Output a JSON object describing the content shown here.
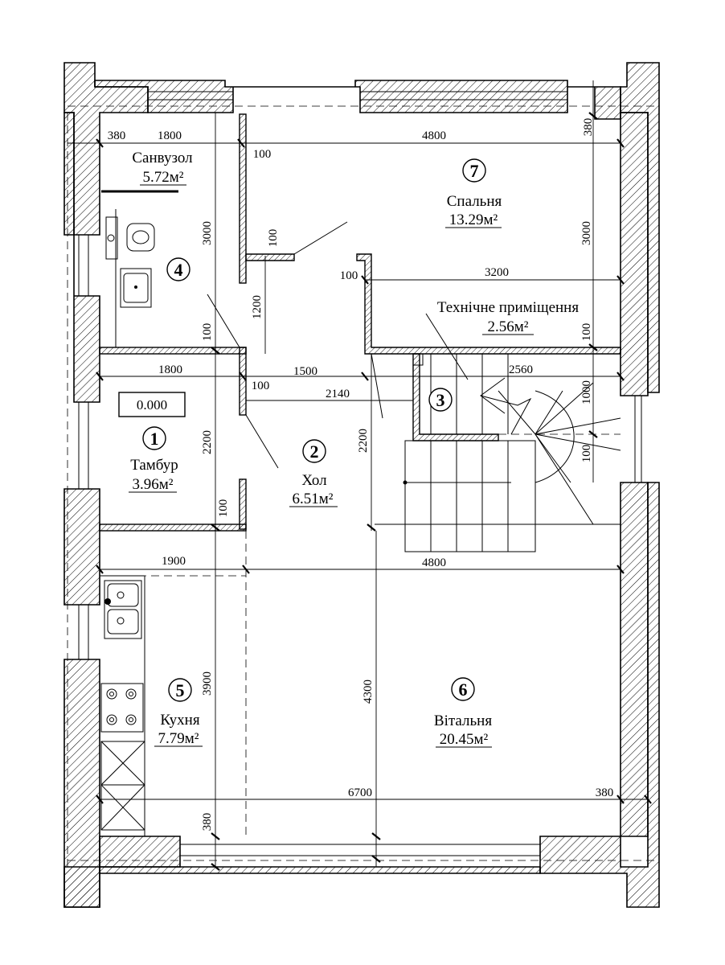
{
  "level_mark": "0.000",
  "rooms": [
    {
      "num": "1",
      "name": "Тамбур",
      "area": "3.96м²"
    },
    {
      "num": "2",
      "name": "Хол",
      "area": "6.51м²"
    },
    {
      "num": "3",
      "name": "",
      "area": ""
    },
    {
      "num": "4",
      "name": "Санвузол",
      "area": "5.72м²"
    },
    {
      "num": "5",
      "name": "Кухня",
      "area": "7.79м²"
    },
    {
      "num": "6",
      "name": "Вітальня",
      "area": "20.45м²"
    },
    {
      "num": "7",
      "name": "Спальня",
      "area": "13.29м²"
    },
    {
      "num": "",
      "name": "Технічне приміщення",
      "area": "2.56м²"
    }
  ],
  "dimensions": {
    "top_380": "380",
    "top_1800": "1800",
    "top_4800": "4800",
    "top_right_380": "380",
    "d100_a": "100",
    "d100_b": "100",
    "d3000_left": "3000",
    "d3000_right": "3000",
    "d3200": "3200",
    "d100_c": "100",
    "d1200": "1200",
    "d100_d": "100",
    "d100_e": "100",
    "d1800_mid": "1800",
    "d1500": "1500",
    "d2560": "2560",
    "d100_f": "100",
    "d2140": "2140",
    "d1000": "1000",
    "d100_g": "100",
    "d2200_left": "2200",
    "d2200_mid": "2200",
    "d100_h": "100",
    "d1900": "1900",
    "d4800_mid": "4800",
    "d3900": "3900",
    "d4300": "4300",
    "d6700": "6700",
    "d380_bottom_right": "380",
    "d380_bottom_left": "380"
  }
}
